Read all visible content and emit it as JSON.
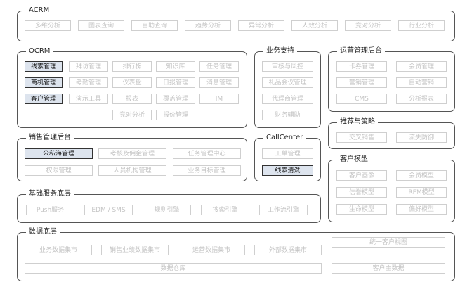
{
  "acrm": {
    "title": "ACRM",
    "items": [
      "多维分析",
      "图表查询",
      "自助查询",
      "趋势分析",
      "异常分析",
      "人效分析",
      "竞对分析",
      "行业分析"
    ]
  },
  "ocrm": {
    "title": "OCRM",
    "primary": [
      "线索管理",
      "商机管理",
      "客户管理"
    ],
    "row1": [
      "拜访管理",
      "排行榜",
      "知识库",
      "任务管理"
    ],
    "row2": [
      "考勤管理",
      "仪表盘",
      "日报管理",
      "消息管理"
    ],
    "row3": [
      "演示工具",
      "报表",
      "覆盖管理",
      "IM"
    ],
    "row4": [
      "竞对分析",
      "报价管理"
    ]
  },
  "biz": {
    "title": "业务支持",
    "items": [
      "审核与风控",
      "礼品会议管理",
      "代理商管理",
      "财务辅助"
    ]
  },
  "ops": {
    "title": "运营管理后台",
    "items": [
      "卡券管理",
      "会员管理",
      "营销管理",
      "自动营销",
      "CMS",
      "分析报表"
    ]
  },
  "rec": {
    "title": "推荐与策略",
    "items": [
      "交叉销售",
      "流失防御"
    ]
  },
  "sales": {
    "title": "销售管理后台",
    "primary": "公私海管理",
    "row1": [
      "考核及佣金管理",
      "任务管理中心"
    ],
    "row2": [
      "权限管理",
      "人员机构管理",
      "业务目标管理"
    ]
  },
  "call": {
    "title": "CallCenter",
    "items": [
      "工单管理",
      "线索清洗"
    ]
  },
  "cust": {
    "title": "客户模型",
    "items": [
      "客户画像",
      "会员模型",
      "信誉模型",
      "RFM模型",
      "生命模型",
      "偏好模型"
    ]
  },
  "base": {
    "title": "基础服务底层",
    "items": [
      "Push服务",
      "EDM / SMS",
      "规则引擎",
      "搜索引擎",
      "工作流引擎"
    ]
  },
  "data": {
    "title": "数据底层",
    "marts": [
      "业务数据集市",
      "销售业绩数据集市",
      "运营数据集市",
      "外部数据集市"
    ],
    "unified": "统一客户视图",
    "warehouse": "数据仓库",
    "master": "客户主数据"
  }
}
